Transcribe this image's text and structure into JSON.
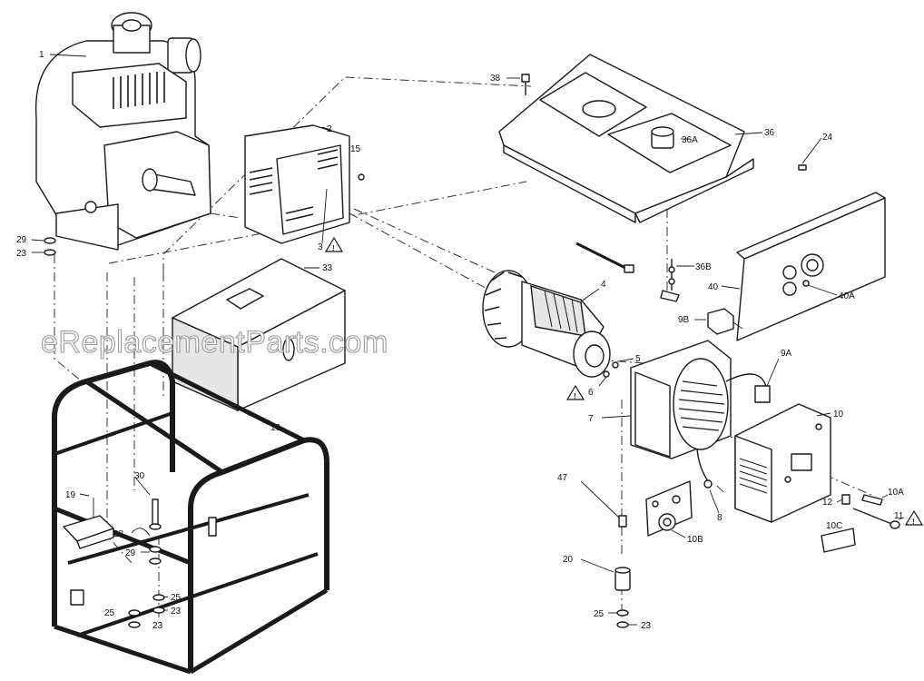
{
  "watermark": "eReplacementParts.com",
  "warning_symbol": "!",
  "callouts": {
    "c1": "1",
    "c2": "2",
    "c3": "3",
    "c4": "4",
    "c5": "5",
    "c6": "6",
    "c7": "7",
    "c8": "8",
    "c9A": "9A",
    "c9B": "9B",
    "c10": "10",
    "c10A": "10A",
    "c10B": "10B",
    "c10C": "10C",
    "c11": "11",
    "c12": "12",
    "c15": "15",
    "c16": "16",
    "c19": "19",
    "c20": "20",
    "c23a": "23",
    "c23b": "23",
    "c23c": "23",
    "c23d": "23",
    "c24": "24",
    "c25a": "25",
    "c25b": "25",
    "c25c": "25",
    "c28": "28",
    "c29a": "29",
    "c29b": "29",
    "c30": "30",
    "c33": "33",
    "c36": "36",
    "c36A": "36A",
    "c36B": "36B",
    "c38": "38",
    "c40": "40",
    "c40A": "40A",
    "c47": "47"
  }
}
